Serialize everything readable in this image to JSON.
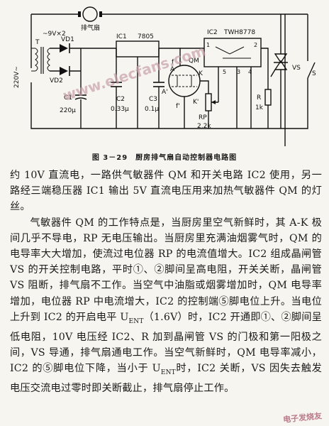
{
  "schematic": {
    "fan_label": "排气扇",
    "transformer_secondary": "~9V×2",
    "transformer_ref": "T",
    "mains": "220V~",
    "vd1": "VD1",
    "vd2": "VD2",
    "ic1": "IC1",
    "ic1_part": "7805",
    "c1": "C1",
    "c1_val": "220μ",
    "c2": "C2",
    "c2_val": "0.33μ",
    "c3": "C3",
    "c3_val": "0.1μ",
    "qm": "QM",
    "pin_a": "A",
    "pin_k": "K",
    "pin_a2": "A'",
    "pin_k2": "K'",
    "pin_f": "f",
    "pin_f2": "f'",
    "ic2": "IC2",
    "ic2_part": "TWH8778",
    "pin1": "1",
    "pin2": "2",
    "pin3": "3",
    "pin4": "4",
    "pin5": "5",
    "rp": "RP",
    "rp_val": "2.2k",
    "r": "R",
    "r_val": "1k",
    "vs": "VS",
    "switch": "S",
    "watermark_url": "www.elecfans.com"
  },
  "caption": "图 3－29　厨房排气扇自动控制器电路图",
  "paragraphs": [
    "约 10V 直流电，一路供气敏器件 QM 和开关电路 IC2 使用，另一路经三端稳压器 IC1 输出 5V 直流电压用来加热气敏器件 QM 的灯丝。",
    "气敏器件 QM 的工作特点是，当厨房里空气新鲜时，其 A-K 极间几乎不导电，RP 无电压输出。当厨房里充满油烟雾气时，QM 的电导率大大增加，使流过电位器 RP 的电流值增大。IC2 组成晶闸管 VS 的开关控制电路，平时①、②脚间呈高电阻，开关关断，晶闸管 VS 阻断，排气扇不工作。当空气中油脂或烟雾增加时，QM 电导率增加，电位器 RP 中电流增大，IC2 的控制端⑤脚电位上升。当电位上升到 IC2 的开启电平 U",
    "ENT",
    "（1.6V）时，IC2 开通即①、②脚间呈低电阻，10V 电压经 IC2、R 加到晶闸管 VS 的门极和第一阳极之间，VS 导通，排气扇通电工作。当空气新鲜时，QM 电导率减小，IC2 的⑤脚电位下降，当小于 U",
    "ENT",
    "时，IC2 关断，VS 因失去触发电压交流电过零时即关断截止，排气扇停止工作。"
  ],
  "watermark": "电子发烧友"
}
